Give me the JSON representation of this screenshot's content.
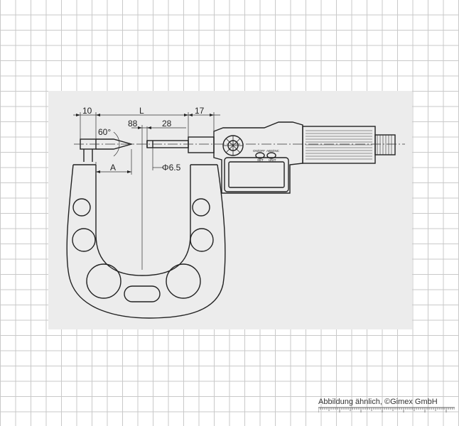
{
  "dimensions": {
    "top_left": "10",
    "overall": "L",
    "top_right": "17",
    "angle": "60°",
    "depth": "88",
    "shank": "28",
    "shank_dia": "Φ6.5",
    "tip": "A"
  },
  "head_labels": {
    "on_off": "ON/OFF",
    "abs_inc": "ABS/INC",
    "set": "SET",
    "unit": "UNIT"
  },
  "caption": "Abbildung ähnlich, ©Gimex GmbH"
}
